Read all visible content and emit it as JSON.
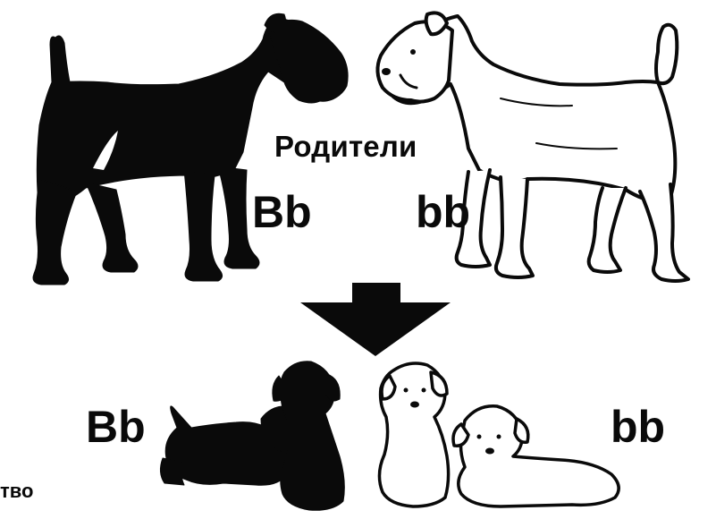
{
  "diagram": {
    "parents_label": "Родители",
    "parent_left_genotype": "Bb",
    "parent_right_genotype": "bb",
    "offspring_left_genotype": "Bb",
    "offspring_right_genotype": "bb",
    "partial_caption": "тво",
    "colors": {
      "black_dog": "#0a0a0a",
      "white_dog_fill": "#ffffff",
      "outline": "#0a0a0a",
      "background": "#ffffff"
    },
    "icons": [
      "black-terrier-dog-icon",
      "white-terrier-dog-icon",
      "down-arrow-icon",
      "black-puppy-icon",
      "white-puppy-icon"
    ]
  }
}
